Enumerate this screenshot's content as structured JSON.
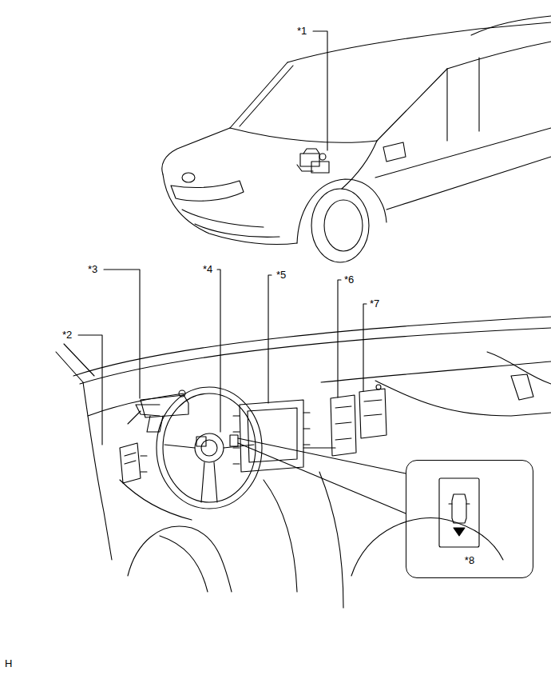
{
  "diagram": {
    "nodes": [
      {
        "text": [
          "*8"
        ]
      }
    ],
    "labels": [
      "*1",
      "*2",
      "*3",
      "*4",
      "*5",
      "*6",
      "*7",
      "H"
    ]
  }
}
